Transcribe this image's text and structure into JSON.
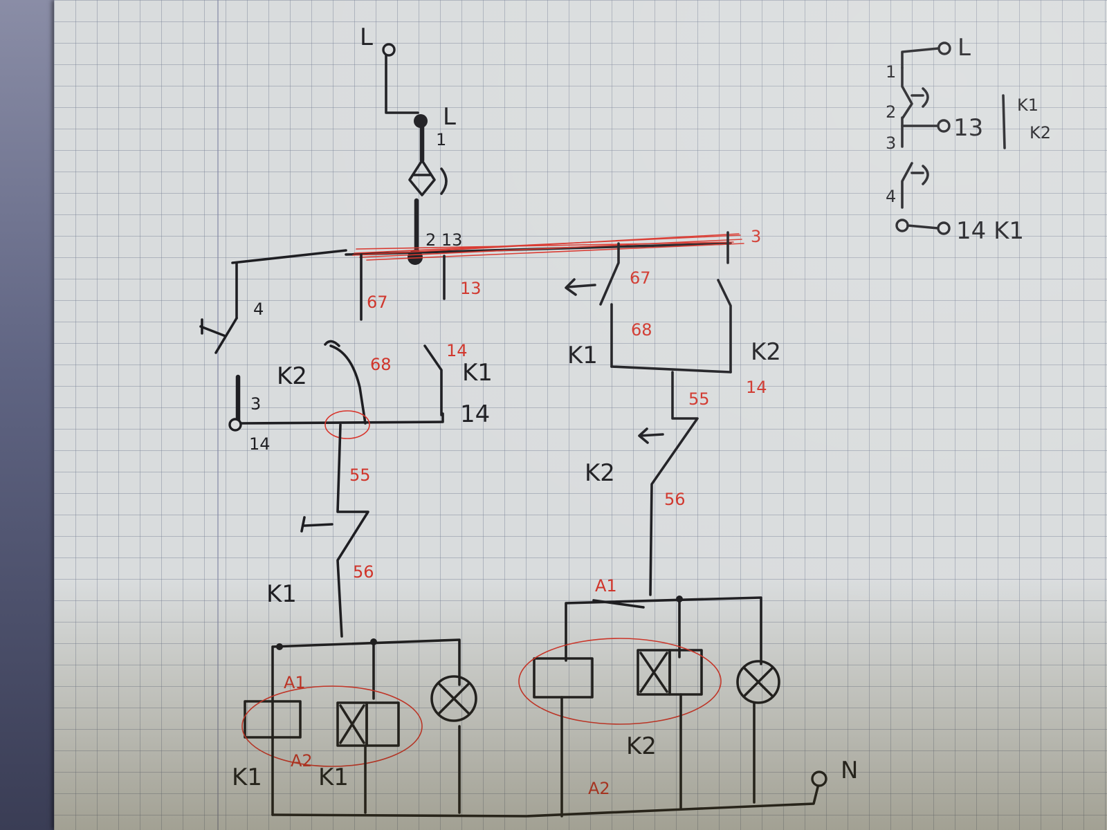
{
  "labels": {
    "L_top": "L",
    "L_fuse": "L",
    "fuse_1": "1",
    "fuse_2_13": "2 13",
    "bus_3": "3",
    "sw_4": "4",
    "sw_3": "3",
    "term_14_left": "14",
    "k2_left": "K2",
    "k1_left_coil": "K1",
    "k1_left_contact": "K1",
    "c67_left": "67",
    "c13_left": "13",
    "c68_left": "68",
    "c14_left_red": "14",
    "c14_left": "14",
    "c55_left": "55",
    "c56_left": "56",
    "k1_coil_label_a": "K1",
    "k1_coil_label_b": "K1",
    "a1_left": "A1",
    "a2_left": "A2",
    "c67_right": "67",
    "c68_right": "68",
    "k1_right": "K1",
    "k2_right_contact": "K2",
    "c14_right": "14",
    "c55_right": "55",
    "k2_right_nc": "K2",
    "c56_right": "56",
    "a1_right": "A1",
    "k2_coil_label": "K2",
    "a2_right": "A2",
    "N": "N",
    "inset_L": "L",
    "inset_1": "1",
    "inset_2": "2",
    "inset_13": "13",
    "inset_3": "3",
    "inset_4": "4",
    "inset_14k1": "14 K1",
    "inset_k1": "K1",
    "inset_k2": "K2"
  },
  "colors": {
    "ink": "#1e1e22",
    "red_ink": "#d8352c",
    "paper": "#d9dcdd",
    "grid": "#7880a0"
  }
}
